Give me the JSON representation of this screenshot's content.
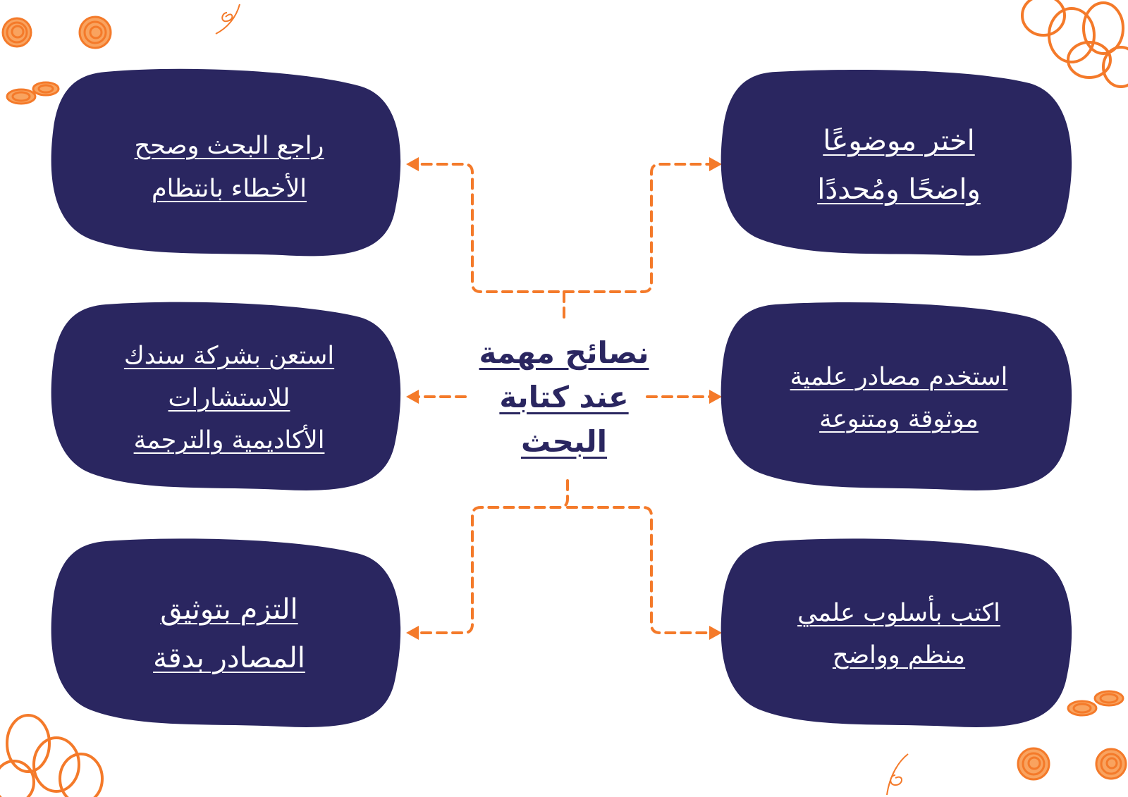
{
  "colors": {
    "card_fill": "#2a2660",
    "accent": "#f47a2a",
    "background": "#ffffff",
    "title_text": "#2a2660",
    "card_text": "#ffffff"
  },
  "center": {
    "title": "نصائح مهمة\nعند كتابة\nالبحث"
  },
  "cards": {
    "left_top": "راجع البحث وصحح\nالأخطاء بانتظام",
    "left_middle": "استعن بشركة سندك\nللاستشارات\nالأكاديمية والترجمة",
    "left_bottom": "التزم بتوثيق\nالمصادر بدقة",
    "right_top": "اختر موضوعًا\nواضحًا ومُحددًا",
    "right_middle": "استخدم مصادر علمية\nموثوقة ومتنوعة",
    "right_bottom": "اكتب بأسلوب علمي\nمنظم وواضح"
  },
  "decorations": [
    "orange-scribble-circles",
    "orange-swirls",
    "orange-loops"
  ]
}
